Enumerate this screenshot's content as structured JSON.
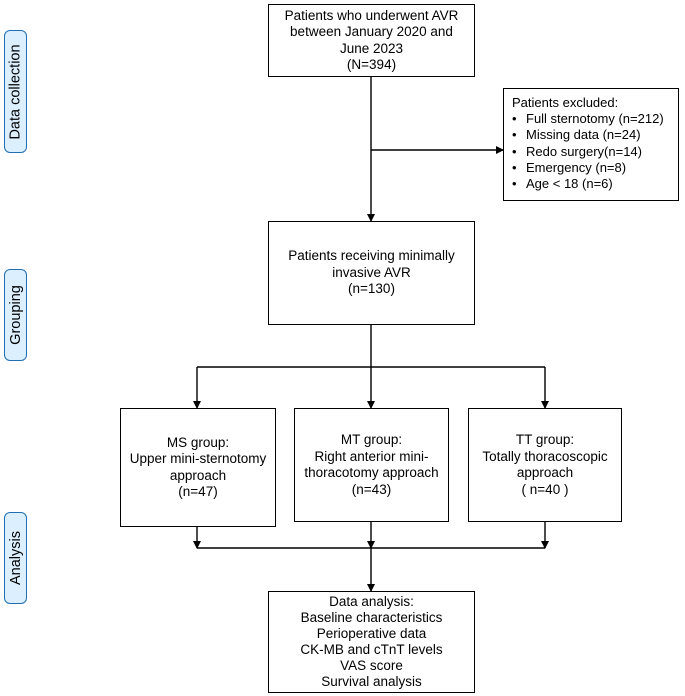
{
  "sidebar": {
    "data_collection": "Data collection",
    "grouping": "Grouping",
    "analysis": "Analysis"
  },
  "boxes": {
    "enrolled": [
      "Patients who underwent AVR",
      "between January 2020 and",
      "June 2023",
      "(N=394)"
    ],
    "excluded": {
      "title": "Patients excluded:",
      "items": [
        "Full sternotomy (n=212)",
        "Missing data (n=24)",
        "Redo surgery(n=14)",
        "Emergency (n=8)",
        "Age < 18 (n=6)"
      ]
    },
    "mini_invasive": [
      "Patients receiving minimally",
      "invasive AVR",
      "(n=130)"
    ],
    "ms_group": [
      "MS group:",
      "Upper mini-sternotomy",
      "approach",
      "(n=47)"
    ],
    "mt_group": [
      "MT group:",
      "Right anterior mini-",
      "thoracotomy approach",
      "(n=43)"
    ],
    "tt_group": [
      "TT group:",
      "Totally thoracoscopic",
      "approach",
      "( n=40 )"
    ],
    "analysis": [
      "Data analysis:",
      "Baseline characteristics",
      "Perioperative data",
      "CK-MB and cTnT levels",
      "VAS score",
      "Survival analysis"
    ]
  },
  "colors": {
    "stage_fill": "#dcefff",
    "stage_border": "#1f6fb5",
    "line": "#000000"
  }
}
